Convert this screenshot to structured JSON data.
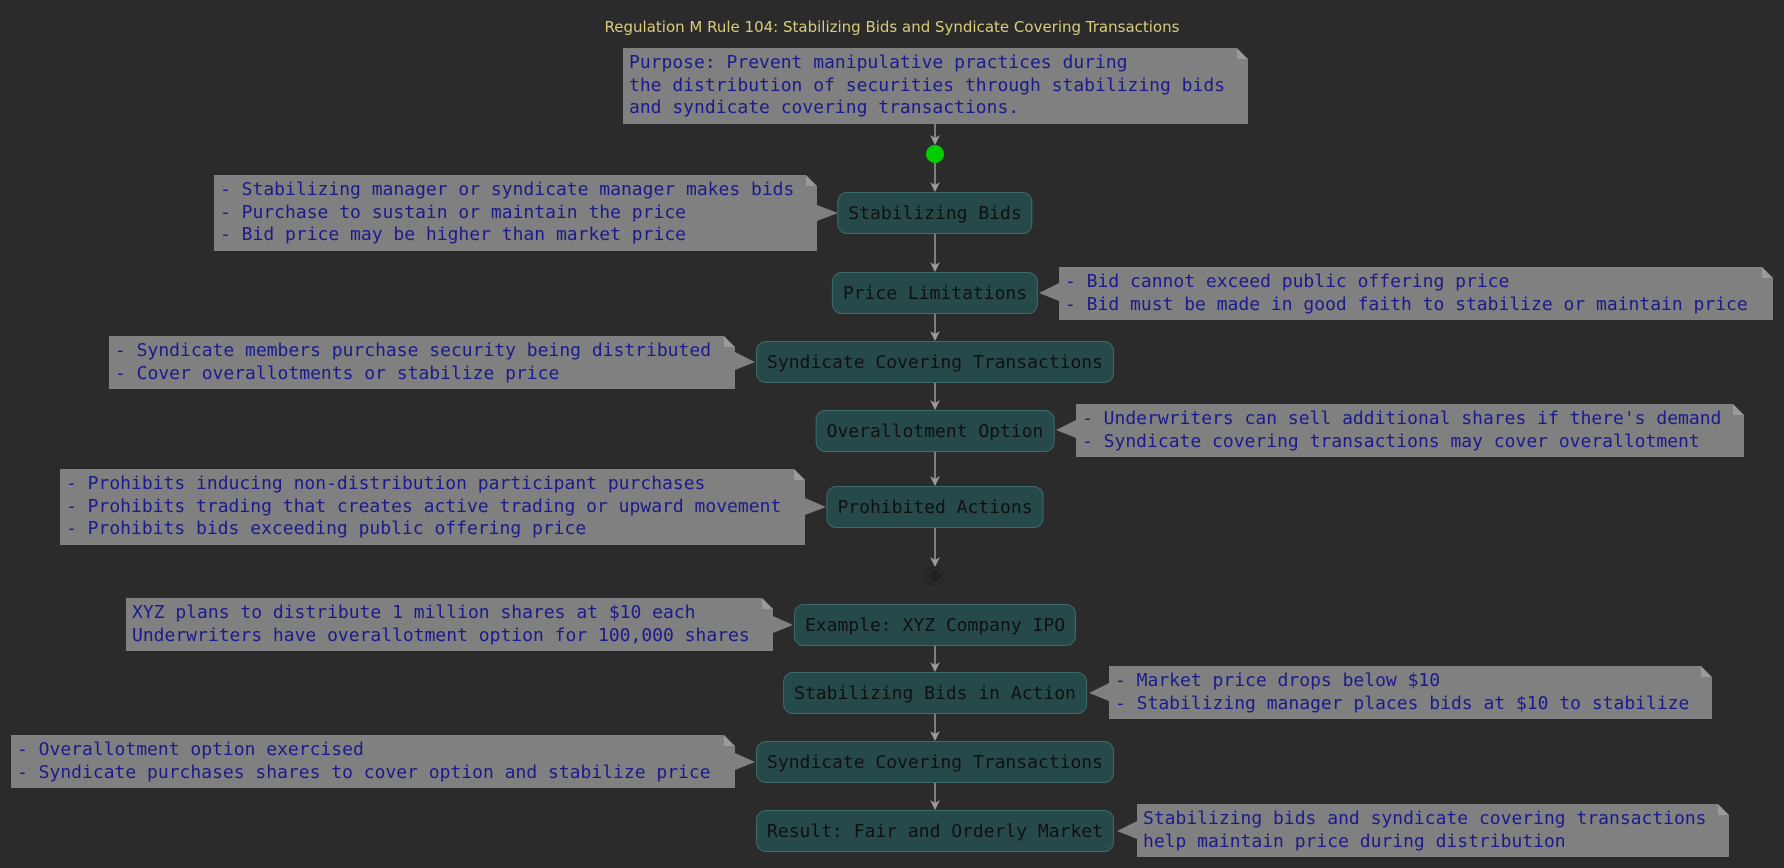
{
  "title": "Regulation M Rule 104: Stabilizing Bids and Syndicate Covering Transactions",
  "colors": {
    "background": "#2b2b2b",
    "title": "#d9cc7a",
    "node_fill": "#264a4a",
    "note_fill": "#808080",
    "note_text": "#1a1a8c",
    "start_dot": "#00cc00",
    "connector": "#9a9a9a"
  },
  "purpose_note": {
    "lines": [
      "Purpose: Prevent manipulative practices during",
      "the distribution of securities through stabilizing bids",
      "and syndicate covering transactions."
    ]
  },
  "rule_flow": [
    {
      "label": "Stabilizing Bids",
      "note": [
        "- Stabilizing manager or syndicate manager makes bids",
        "- Purchase to sustain or maintain the price",
        "- Bid price may be higher than market price"
      ]
    },
    {
      "label": "Price Limitations",
      "note": [
        "- Bid cannot exceed public offering price",
        "- Bid must be made in good faith to stabilize or maintain price"
      ]
    },
    {
      "label": "Syndicate Covering Transactions",
      "note": [
        "- Syndicate members purchase security being distributed",
        "- Cover overallotments or stabilize price"
      ]
    },
    {
      "label": "Overallotment Option",
      "note": [
        "- Underwriters can sell additional shares if there's demand",
        "- Syndicate covering transactions may cover overallotment"
      ]
    },
    {
      "label": "Prohibited Actions",
      "note": [
        "- Prohibits inducing non-distribution participant purchases",
        "- Prohibits trading that creates active trading or upward movement",
        "- Prohibits bids exceeding public offering price"
      ]
    }
  ],
  "example_flow": [
    {
      "label": "Example: XYZ Company IPO",
      "note": [
        "XYZ plans to distribute 1 million shares at $10 each",
        "Underwriters have overallotment option for 100,000 shares"
      ]
    },
    {
      "label": "Stabilizing Bids in Action",
      "note": [
        "- Market price drops below $10",
        "- Stabilizing manager places bids at $10 to stabilize"
      ]
    },
    {
      "label": "Syndicate Covering Transactions",
      "note": [
        "- Overallotment option exercised",
        "- Syndicate purchases shares to cover option and stabilize price"
      ]
    },
    {
      "label": "Result: Fair and Orderly Market",
      "note": [
        "Stabilizing bids and syndicate covering transactions",
        "help maintain price during distribution"
      ]
    }
  ]
}
